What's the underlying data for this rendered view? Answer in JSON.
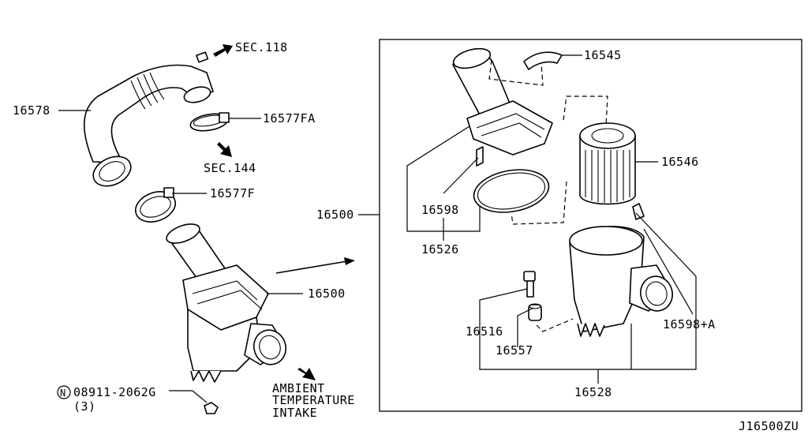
{
  "labels": {
    "p16578": "16578",
    "sec118": "SEC.118",
    "p16577fa": "16577FA",
    "sec144": "SEC.144",
    "p16577f": "16577F",
    "p16500_outer": "16500",
    "p16500_main": "16500",
    "bolt_code": "08911-2062G",
    "bolt_marker": "N",
    "bolt_qty": "(3)",
    "ambient_line1": "AMBIENT",
    "ambient_line2": "TEMPERATURE",
    "ambient_line3": "INTAKE",
    "p16545": "16545",
    "p16546": "16546",
    "p16598": "16598",
    "p16526": "16526",
    "p16516": "16516",
    "p16557": "16557",
    "p16598a": "16598+A",
    "p16528": "16528",
    "diagram_id": "J16500ZU"
  }
}
